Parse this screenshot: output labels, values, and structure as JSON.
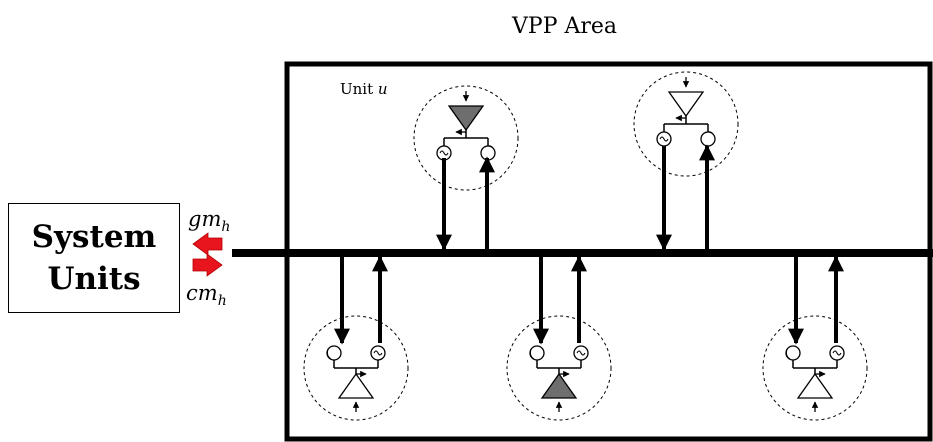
{
  "area_title": "VPP Area",
  "system_units": {
    "line1": "System",
    "line2": "Units"
  },
  "unit_label": {
    "prefix": "Unit",
    "var": "u"
  },
  "flows": {
    "gen": {
      "base": "gm",
      "sub": "h"
    },
    "con": {
      "base": "cm",
      "sub": "h"
    }
  },
  "colors": {
    "stroke": "#000000",
    "arrow_red": "#e8141e",
    "unit_fill_gray": "#6e6e6e",
    "unit_fill_white": "#ffffff"
  },
  "units_upper": [
    {
      "name": "unit-upper-1",
      "triangle": "gray"
    },
    {
      "name": "unit-upper-2",
      "triangle": "white"
    }
  ],
  "units_lower": [
    {
      "name": "unit-lower-1",
      "triangle": "white"
    },
    {
      "name": "unit-lower-2",
      "triangle": "gray"
    },
    {
      "name": "unit-lower-3",
      "triangle": "white"
    }
  ]
}
